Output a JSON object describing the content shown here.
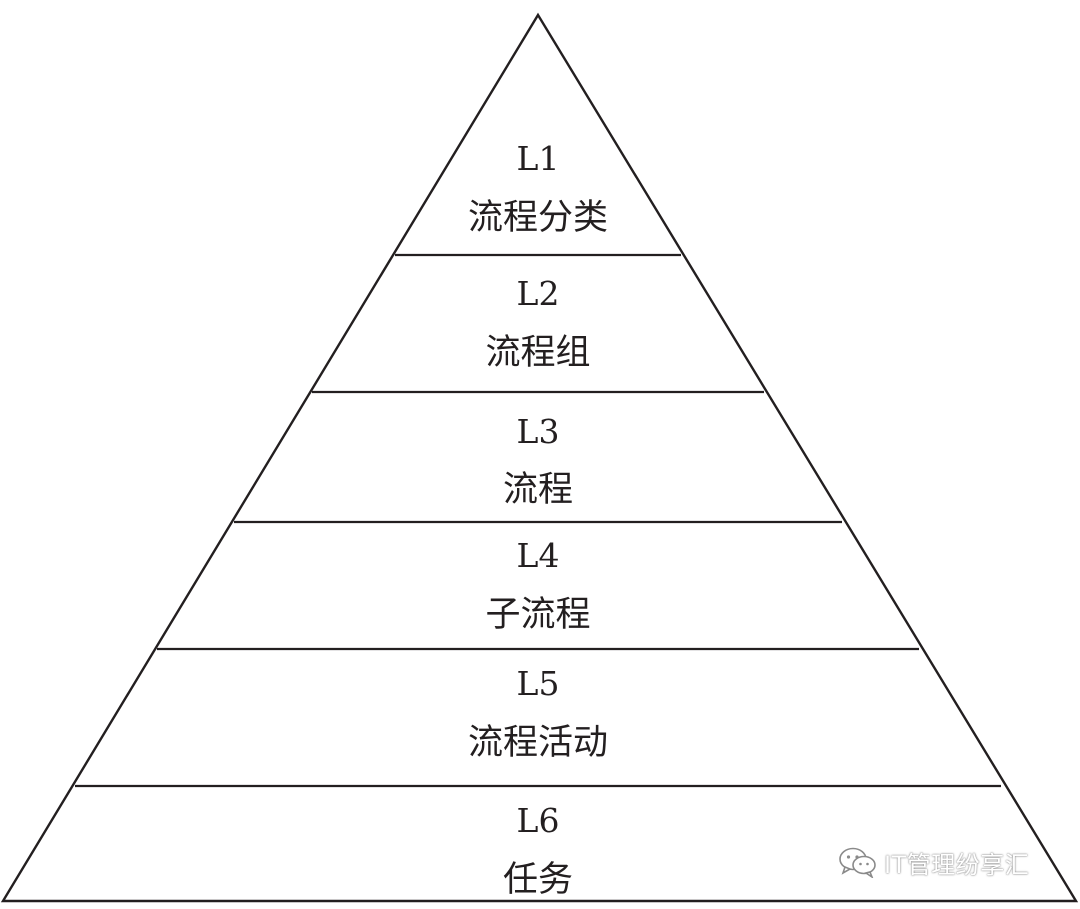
{
  "pyramid": {
    "levels": [
      {
        "code": "L1",
        "name": "流程分类"
      },
      {
        "code": "L2",
        "name": "流程组"
      },
      {
        "code": "L3",
        "name": "流程"
      },
      {
        "code": "L4",
        "name": "子流程"
      },
      {
        "code": "L5",
        "name": "流程活动"
      },
      {
        "code": "L6",
        "name": "任务"
      }
    ]
  },
  "watermark": {
    "text": "IT管理纷享汇",
    "icon": "wechat-icon"
  }
}
